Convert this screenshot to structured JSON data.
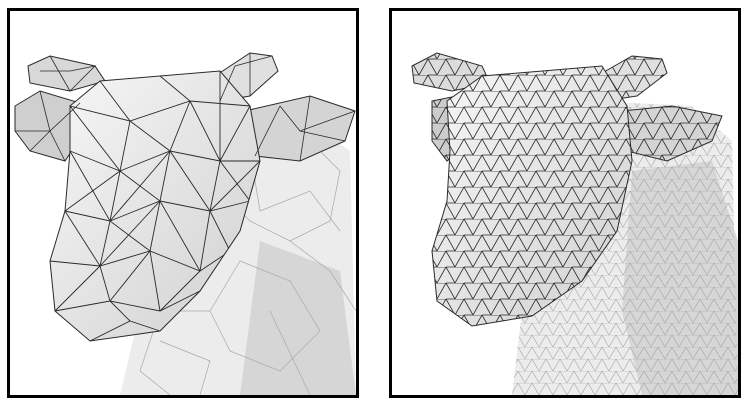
{
  "figure": {
    "panels": [
      {
        "id": "left",
        "mesh": "irregular-triangle-mesh"
      },
      {
        "id": "right",
        "mesh": "isotropic-remeshed-triangle-mesh"
      }
    ],
    "colors": {
      "background": "#ffffff",
      "frame": "#000000",
      "surface_light": "#f4f4f4",
      "surface_shadow": "#c9c9c9",
      "wire": "#2a2a2a",
      "wire_faint": "#9a9a9a"
    }
  }
}
